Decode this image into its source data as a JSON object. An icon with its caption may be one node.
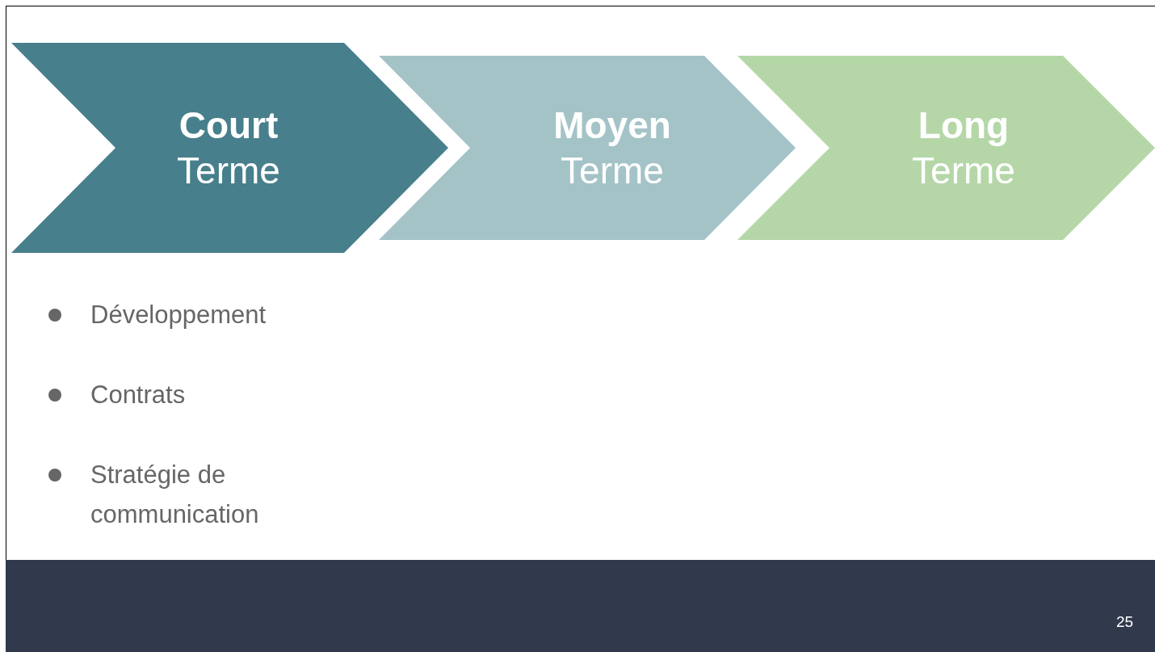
{
  "diagram": {
    "nodes": [
      {
        "text": [
          "Court",
          "Terme"
        ]
      },
      {
        "text": [
          "Moyen",
          "Terme"
        ]
      },
      {
        "text": [
          "Long",
          "Terme"
        ]
      }
    ],
    "labels": [
      "Développement",
      "Contrats",
      "Stratégie de communication",
      "25"
    ]
  }
}
